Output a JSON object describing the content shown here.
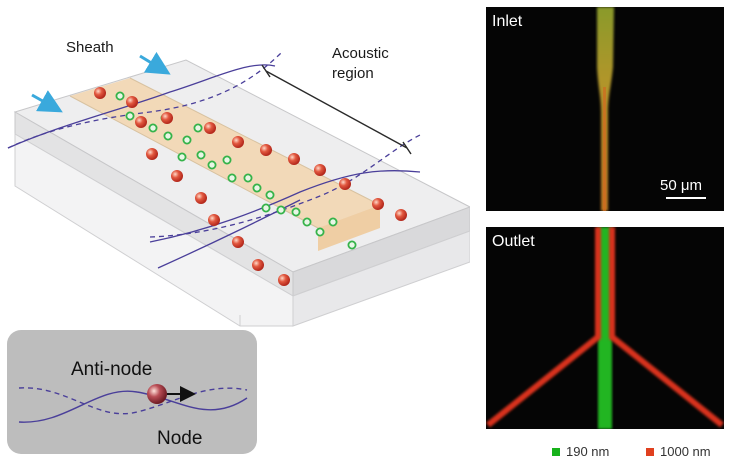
{
  "labels": {
    "sheath": "Sheath",
    "acoustic_line1": "Acoustic",
    "acoustic_line2": "region",
    "antinode": "Anti-node",
    "node": "Node",
    "inlet": "Inlet",
    "outlet": "Outlet",
    "scale": "50 μm"
  },
  "legend": [
    {
      "label": "190 nm",
      "color": "#17b21b"
    },
    {
      "label": "1000 nm",
      "color": "#e0401f"
    }
  ],
  "colors": {
    "sheath_arrow": "#3aa9dc",
    "wave": "#4a3f9a",
    "large_particle": "#d8483a",
    "small_particle": "#36b34a",
    "channel_highlight": "#f6c98a",
    "fluor_green": "#23b523",
    "fluor_red": "#d8301e",
    "fluor_yellow": "#c09a1c"
  },
  "icons": {
    "sheath_arrow": "arrow-icon",
    "particle_motion": "arrow-right-icon"
  }
}
